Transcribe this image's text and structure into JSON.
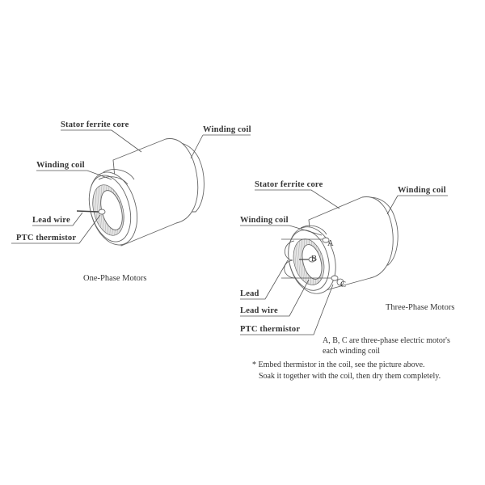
{
  "one_phase": {
    "caption": "One-Phase Motors",
    "labels": {
      "stator_core": "Stator ferrite core",
      "winding_coil_right": "Winding coil",
      "winding_coil_left": "Winding coil",
      "lead_wire": "Lead wire",
      "ptc_thermistor": "PTC thermistor"
    }
  },
  "three_phase": {
    "caption": "Three-Phase Motors",
    "labels": {
      "stator_core": "Stator ferrite core",
      "winding_coil_right": "Winding coil",
      "winding_coil_left": "Winding coil",
      "lead": "Lead",
      "lead_wire": "Lead wire",
      "ptc_thermistor": "PTC thermistor",
      "phase_a": "A",
      "phase_b": "B",
      "phase_c": "C"
    }
  },
  "notes": {
    "abc_line1": "A, B, C are three-phase electric motor's",
    "abc_line2": "each winding coil",
    "instruction_line1": "* Embed thermistor in the coil, see the picture above.",
    "instruction_line2": "Soak it together with the coil, then dry them completely."
  }
}
